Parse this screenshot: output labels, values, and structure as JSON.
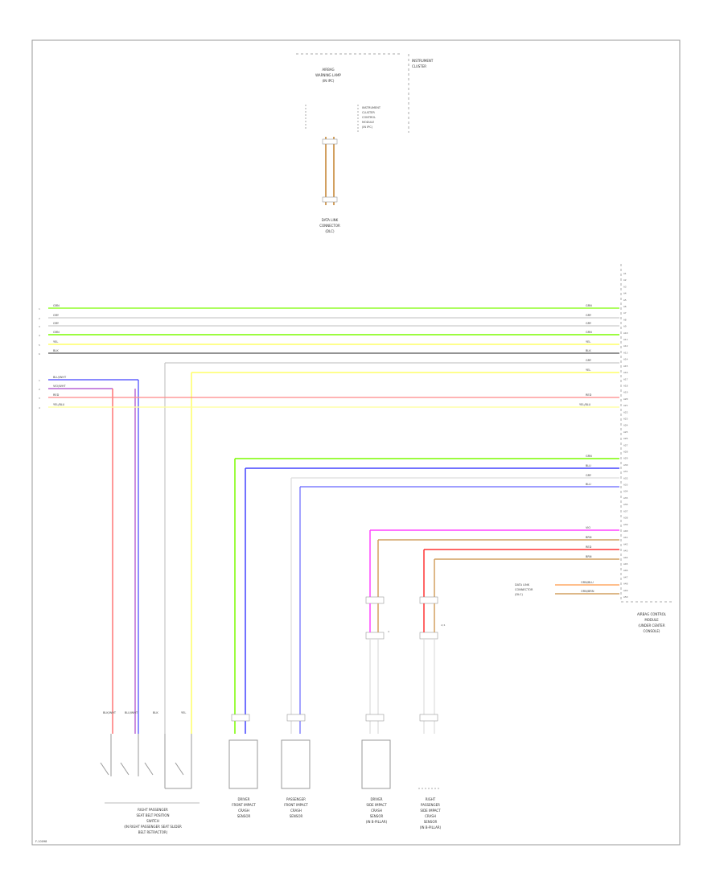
{
  "diagram": {
    "code": "F-10098",
    "top_component": {
      "title": [
        "AIRBAG",
        "WARNING LAMP",
        "(IN IPC)"
      ],
      "note_right": [
        "INSTRUMENT",
        "CLUSTER"
      ],
      "note_inner": [
        "INSTRUMENT",
        "CLUSTER",
        "CONTROL",
        "MODULE",
        "(IN IPC)"
      ],
      "connector_label": [
        "DATA LINK",
        "CONNECTOR",
        "(DLC)"
      ]
    },
    "main_module": {
      "label": [
        "AIRBAG CONTROL",
        "MODULE",
        "(UNDER CENTER",
        "CONSOLE)"
      ],
      "pins": [
        "A1",
        "A2",
        "A3",
        "A4",
        "A5",
        "A6",
        "A7",
        "A8",
        "A9",
        "A10",
        "A11",
        "A12",
        "A13",
        "A14",
        "A15",
        "A16",
        "A17",
        "A18",
        "A19",
        "A20",
        "A21",
        "A22",
        "A23",
        "A24",
        "A25",
        "A26",
        "A27",
        "A28",
        "A29",
        "A30",
        "A31",
        "A32",
        "A33",
        "A34",
        "A35",
        "A36",
        "A37",
        "A38",
        "A39",
        "A40",
        "A41",
        "A42",
        "A43",
        "A44",
        "A45",
        "A46",
        "A47",
        "A48",
        "A49",
        "A50"
      ]
    },
    "left_bus_a": {
      "pins": [
        "1",
        "2",
        "3",
        "4",
        "5",
        "6"
      ],
      "wires": [
        {
          "label": "GRN",
          "color": "#7CFC00"
        },
        {
          "label": "GRY",
          "color": "#cccccc"
        },
        {
          "label": "GRY",
          "color": "#cccccc"
        },
        {
          "label": "GRN",
          "color": "#7CFC00"
        },
        {
          "label": "YEL",
          "color": "#ffff66"
        },
        {
          "label": "BLK",
          "color": "#555555"
        }
      ]
    },
    "left_bus_b": {
      "pins": [
        "1",
        "2",
        "3",
        "4"
      ],
      "wires": [
        {
          "label": "BLU/WHT",
          "color": "#4444ff"
        },
        {
          "label": "VIO/WHT",
          "color": "#aa44cc"
        },
        {
          "label": "RED",
          "color": "#ff5555"
        },
        {
          "label": "YEL/BLU",
          "color": "#ffff66"
        }
      ]
    },
    "right_wire_labels_upper": [
      "GRN",
      "GRY",
      "GRY",
      "GRN",
      "YEL",
      "BLK",
      "GRY",
      "YEL"
    ],
    "right_wire_labels_lower": [
      "RED",
      "YEL/BLU"
    ],
    "right_wire_labels_mid": [
      "GRN",
      "BLU",
      "GRY",
      "BLU"
    ],
    "right_wire_labels_low": [
      "VIO",
      "BRN",
      "RED",
      "BRN"
    ],
    "dlc_side": {
      "label": [
        "DATA LINK",
        "CONNECTOR",
        "(DLC)"
      ],
      "wires": [
        "ORN/BLU",
        "ORN/BRN"
      ]
    },
    "buckle_switch": {
      "wire_labels": [
        "BLK/WHT",
        "BLU/WHT",
        "BLK",
        "YEL"
      ],
      "label": [
        "RIGHT PASSENGER",
        "SEAT BELT POSITION",
        "SWITCH",
        "(IN RIGHT PASSENGER SEAT SLIDER",
        "BELT RETRACTOR)"
      ]
    },
    "bottom_components": [
      {
        "label": [
          "DRIVER",
          "FRONT IMPACT",
          "CRASH",
          "SENSOR"
        ]
      },
      {
        "label": [
          "PASSENGER",
          "FRONT IMPACT",
          "CRASH",
          "SENSOR"
        ]
      },
      {
        "label": [
          "DRIVER",
          "SIDE IMPACT",
          "CRASH",
          "SENSOR",
          "(IN B-PILLAR)"
        ]
      },
      {
        "label": [
          "RIGHT",
          "PASSENGER",
          "SIDE IMPACT",
          "CRASH",
          "SENSOR",
          "(IN B-PILLAR)"
        ]
      }
    ],
    "vertical_tags": [
      "4",
      "2/4"
    ]
  }
}
